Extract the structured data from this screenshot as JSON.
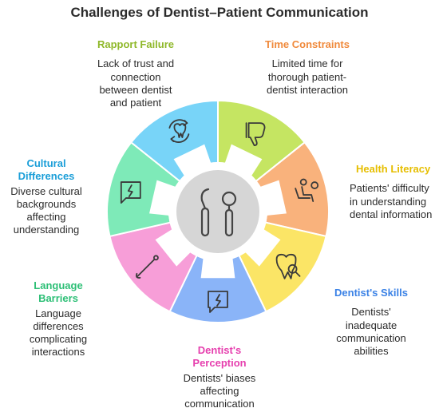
{
  "title": "Challenges of Dentist–Patient Communication",
  "segments": [
    {
      "key": "rapport",
      "heading": "Rapport Failure",
      "desc": "Lack of trust and\nconnection\nbetween dentist\nand patient",
      "color": "#c5e562",
      "heading_color": "#8fb82a",
      "icon": "thumbs-down-icon"
    },
    {
      "key": "time",
      "heading": "Time Constraints",
      "desc": "Limited time for\nthorough patient-\ndentist interaction",
      "color": "#f9b27c",
      "heading_color": "#f08a3c",
      "icon": "waiting-patient-icon"
    },
    {
      "key": "literacy",
      "heading": "Health Literacy",
      "desc": "Patients' difficulty\nin understanding\ndental information",
      "color": "#fbe566",
      "heading_color": "#e6be00",
      "icon": "tooth-magnifier-icon"
    },
    {
      "key": "skills",
      "heading": "Dentist's Skills",
      "desc": "Dentists'\ninadequate\ncommunication\nabilities",
      "color": "#8ab4f8",
      "heading_color": "#3b82e6",
      "icon": "broken-speech-icon"
    },
    {
      "key": "perception",
      "heading": "Dentist's\nPerception",
      "desc": "Dentists' biases\naffecting\ncommunication",
      "color": "#f79ed8",
      "heading_color": "#e63fae",
      "icon": "dental-tool-icon"
    },
    {
      "key": "language",
      "heading": "Language\nBarriers",
      "desc": "Language\ndifferences\ncomplicating\ninteractions",
      "color": "#7eeab8",
      "heading_color": "#2dbf76",
      "icon": "broken-chat-icon"
    },
    {
      "key": "cultural",
      "heading": "Cultural\nDifferences",
      "desc": "Diverse cultural\nbackgrounds\naffecting\nunderstanding",
      "color": "#78d4f8",
      "heading_color": "#1a9ed8",
      "icon": "tooth-cycle-icon"
    }
  ],
  "center_icon": "dental-instruments-icon"
}
